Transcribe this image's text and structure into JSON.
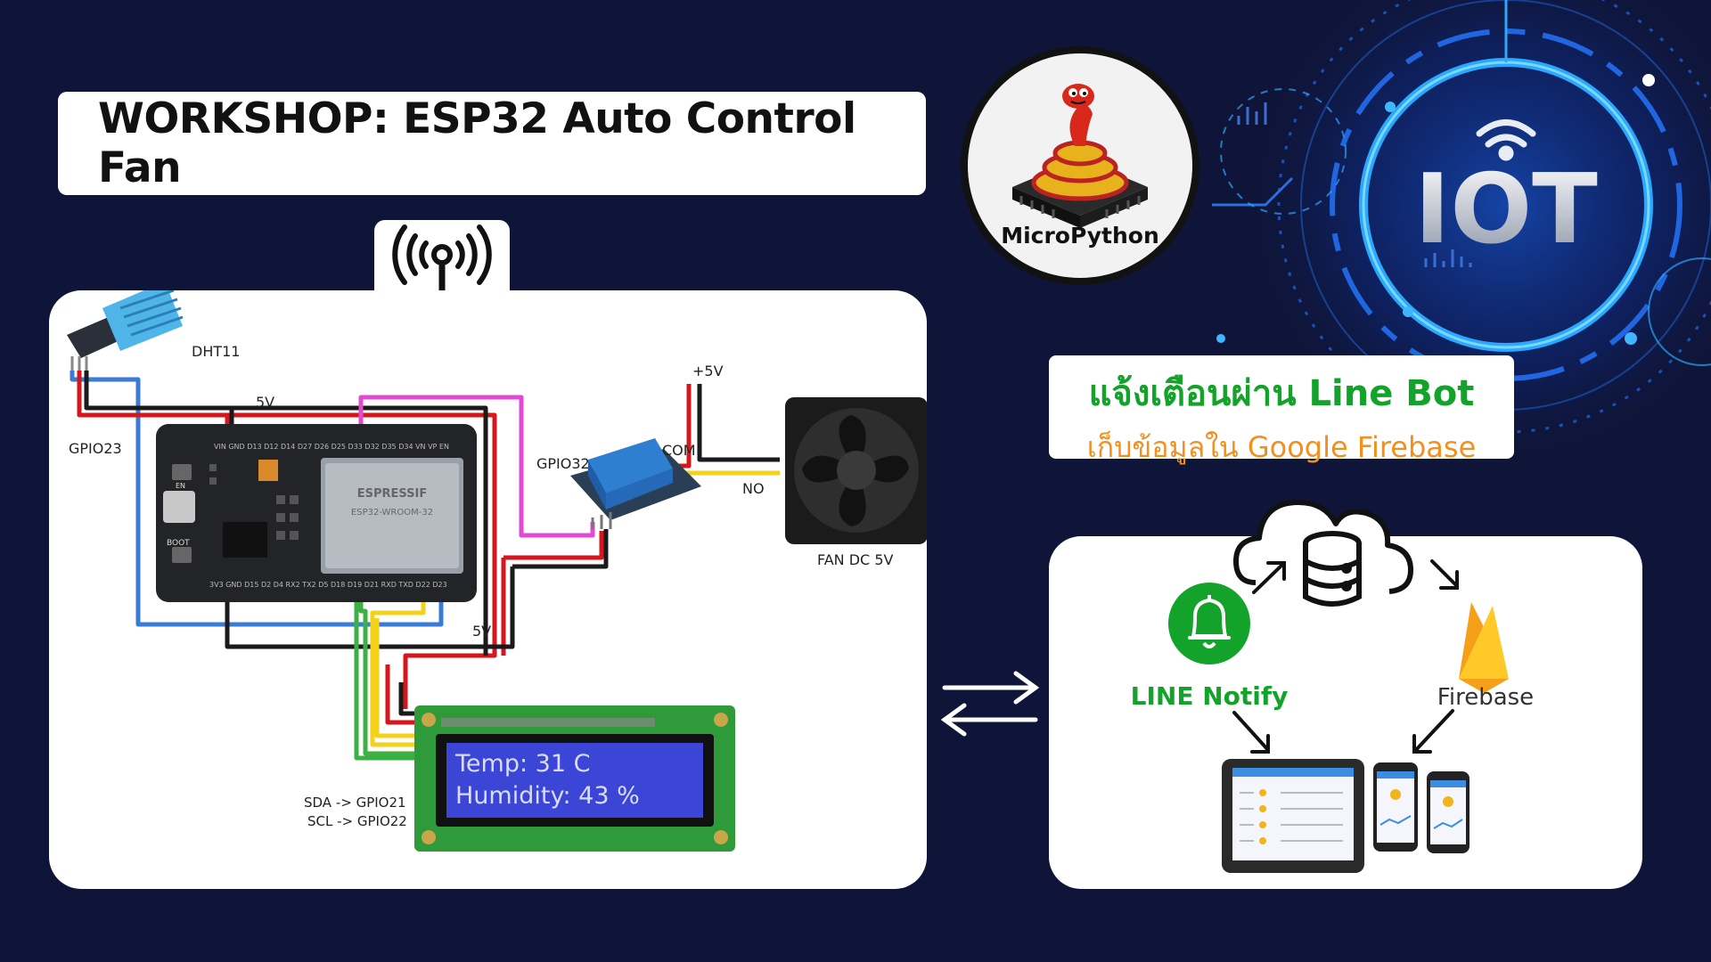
{
  "title": "WORKSHOP: ESP32 Auto Control Fan",
  "badge": {
    "label": "MicroPython",
    "icon": "micropython-snake-logo"
  },
  "iot_logo": {
    "text": "IOT",
    "icon": "wifi-icon"
  },
  "notify": {
    "headline": "แจ้งเตือนผ่าน Line Bot",
    "subline": "เก็บข้อมูลใน Google Firebase",
    "headline_color": "#13a32a",
    "subline_color": "#f2901f"
  },
  "circuit": {
    "dht_label": "DHT11",
    "gpio23_label": "GPIO23",
    "v5_top_label": "5V",
    "gpio32_label": "GPIO32",
    "plus5v_label": "+5V",
    "com_label": "COM",
    "no_label": "NO",
    "fan_label": "FAN DC 5V",
    "v5_bottom_label": "5V",
    "sda_label": "SDA -> GPIO21",
    "scl_label": "SCL -> GPIO22",
    "lcd_line1": "Temp: 31 C",
    "lcd_line2": "Humidity: 43 %",
    "board_brand": "ESPRESSIF",
    "board_model": "ESP32-WROOM-32",
    "en_label": "EN",
    "boot_label": "BOOT",
    "pins_top": "VIN GND D13 D12 D14 D27 D26 D25 D33 D32 D35 D34 VN VP EN",
    "pins_bottom": "3V3 GND D15 D2 D4 RX2 TX2 D5 D18 D19 D21 RXD TXD D22 D23"
  },
  "cloud": {
    "line_notify_label": "LINE Notify",
    "firebase_label": "Firebase"
  },
  "colors": {
    "background": "#0f1538",
    "wire_red": "#d4171d",
    "wire_black": "#1a1a1a",
    "wire_blue": "#3a7bd5",
    "wire_pink": "#e24bd1",
    "wire_yellow": "#f2d21b",
    "wire_green": "#3cb043",
    "line_green": "#13a32a",
    "firebase_orange": "#f6a01a"
  }
}
